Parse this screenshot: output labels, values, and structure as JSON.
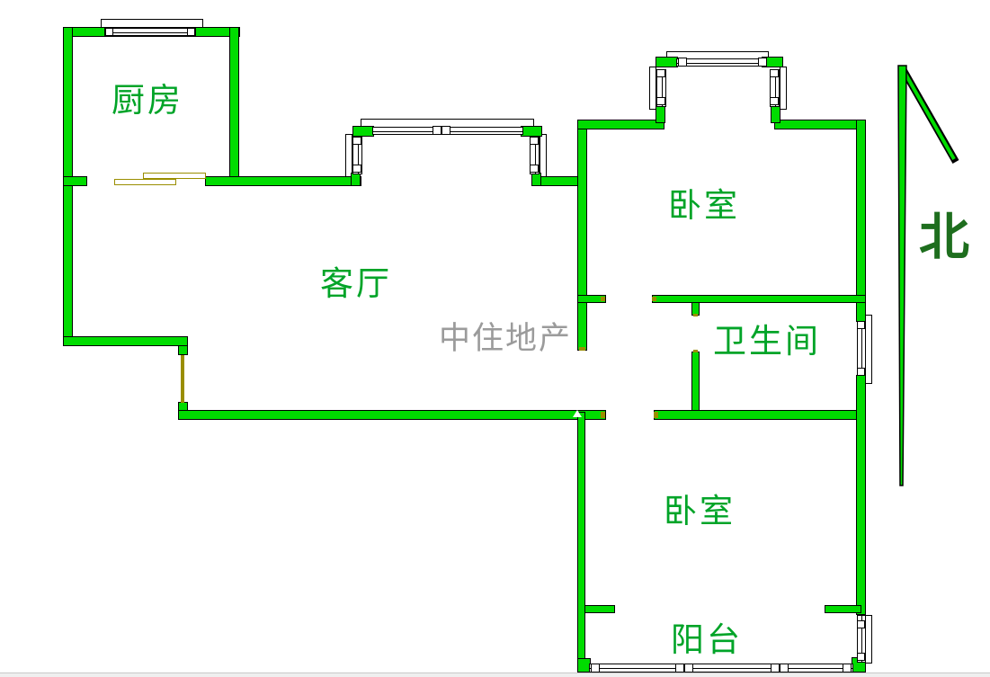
{
  "labels": {
    "kitchen": "厨房",
    "living_room": "客厅",
    "bedroom_top": "卧室",
    "bathroom": "卫生间",
    "bedroom_bottom": "卧室",
    "balcony": "阳台",
    "north": "北",
    "watermark": "中住地产"
  },
  "colors": {
    "wall_green": "#00DC00",
    "label_green": "#00A428",
    "north_green": "#1E6E1E",
    "door_olive": "#9A8E00",
    "watermark_gray": "#9B9B9B",
    "outline_black": "#000000"
  }
}
